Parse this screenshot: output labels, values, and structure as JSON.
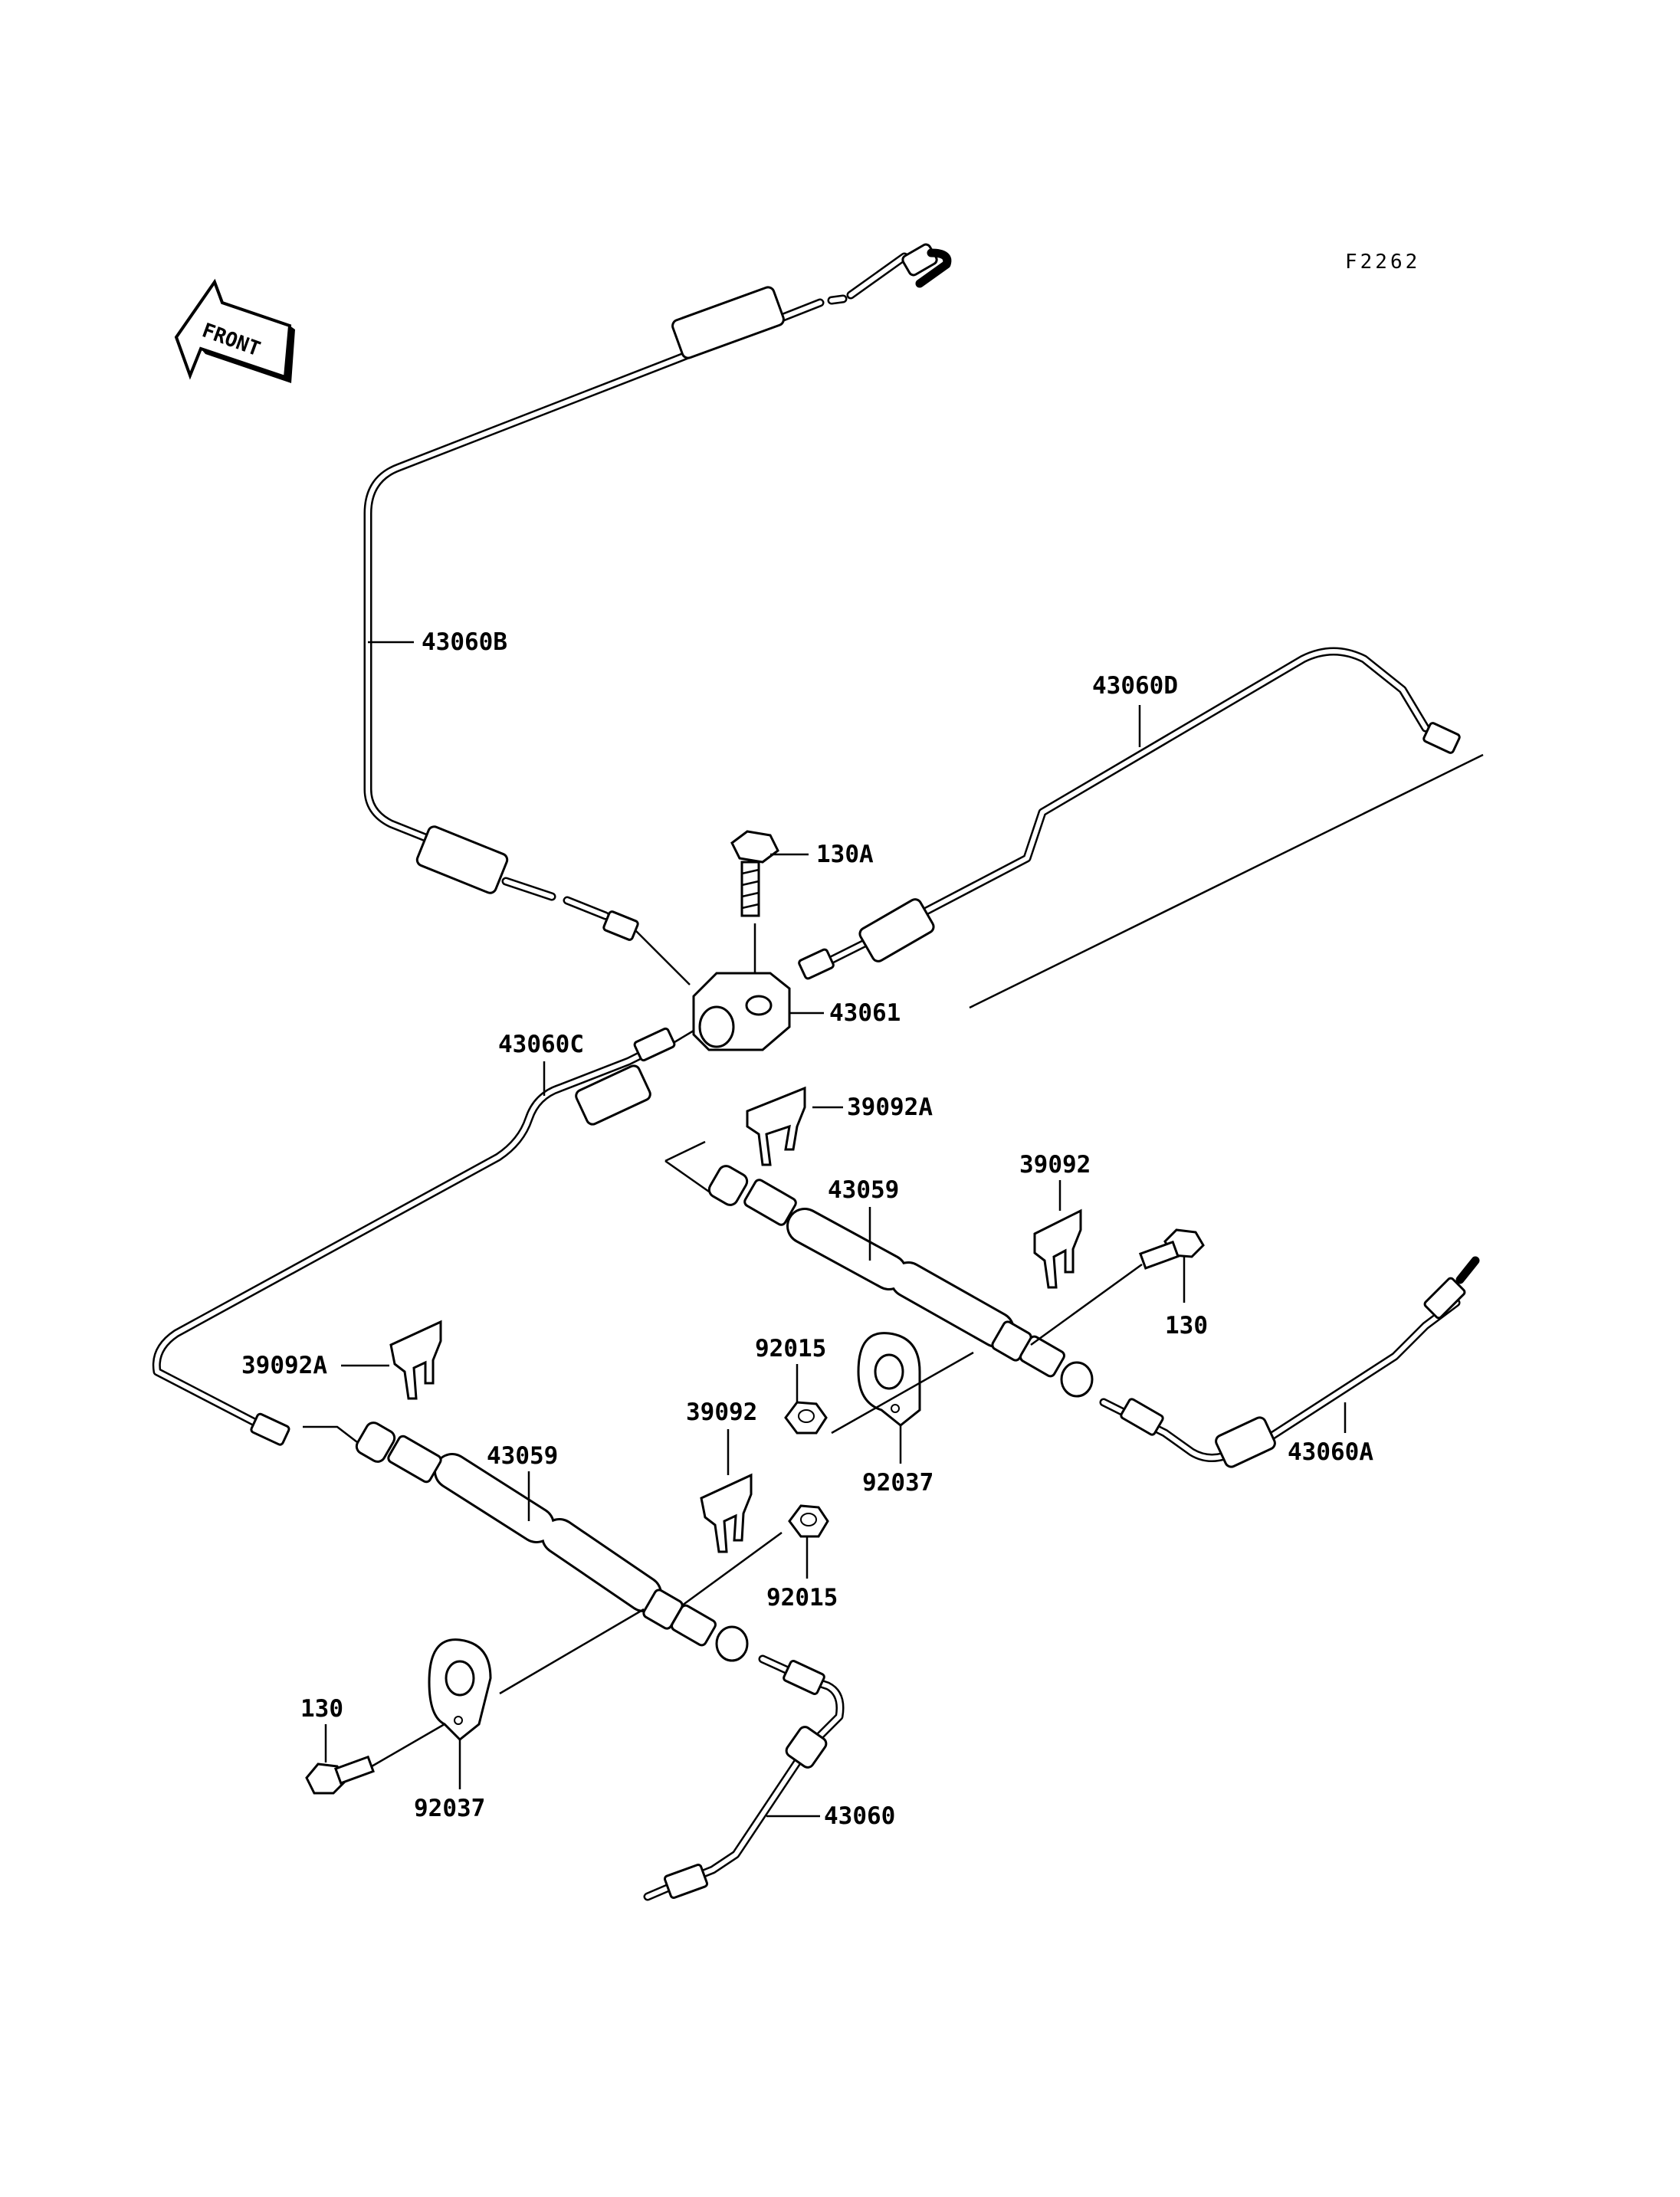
{
  "figure_code": "F2262",
  "front_arrow_text": "FRONT",
  "labels": {
    "p43060B": "43060B",
    "p43060D": "43060D",
    "p130A": "130A",
    "p43061": "43061",
    "p43060C": "43060C",
    "p39092A_top": "39092A",
    "p43059_top": "43059",
    "p39092_right": "39092",
    "p130_right": "130",
    "p39092A_left": "39092A",
    "p92015_top": "92015",
    "p39092_mid": "39092",
    "p92037_mid": "92037",
    "p43060A": "43060A",
    "p43059_bottom": "43059",
    "p92015_bottom": "92015",
    "p130_left": "130",
    "p92037_bottom": "92037",
    "p43060": "43060"
  }
}
